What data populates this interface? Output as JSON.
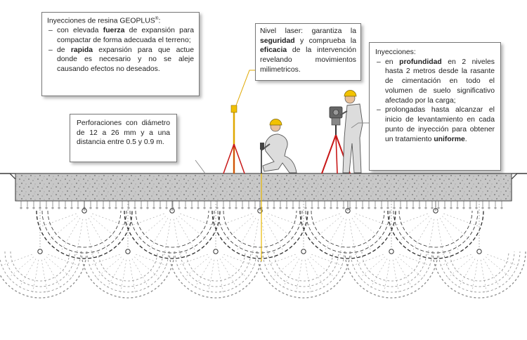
{
  "box_resin": {
    "title": "Inyecciones de resina GEOPLUS",
    "title_sup": "®",
    "title_end": ":",
    "item1": {
      "pre": "con elevada ",
      "bold": "fuerza",
      "post": " de expansión para compactar de forma adecuada el terreno;"
    },
    "item2": {
      "pre": "de ",
      "bold": "rapida",
      "post": " expansión para que actue donde es necesario y no se aleje causando efectos no deseados."
    }
  },
  "box_laser": {
    "pre": "Nivel laser: garantiza la ",
    "bold1": "seguridad",
    "mid": " y comprueba la ",
    "bold2": "eficacia",
    "post": " de la intervención revelando movimientos milimetricos."
  },
  "box_perforations": {
    "text": "Perforaciones con diámetro de 12 a 26 mm y a una distancia entre 0.5 y 0.9 m."
  },
  "box_injections": {
    "title": "Inyecciones:",
    "item1": {
      "pre": "en ",
      "bold": "profundidad",
      "post": " en 2 niveles hasta 2 metros desde la rasante de cimentación en todo el volumen de suelo significativo afectado por la carga;"
    },
    "item2": {
      "pre": "prolongadas hasta alcanzar el inicio de levantamiento en cada punto de inyección para obtener un tratamiento ",
      "bold": "uniforme",
      "post": "."
    }
  },
  "colors": {
    "slab": "#c9c9c9",
    "laser_post": "#f0c000",
    "tripod": "#d62020",
    "helmet": "#f2c200",
    "leader": "#e8b800",
    "bulb": "#3a3a3a"
  }
}
